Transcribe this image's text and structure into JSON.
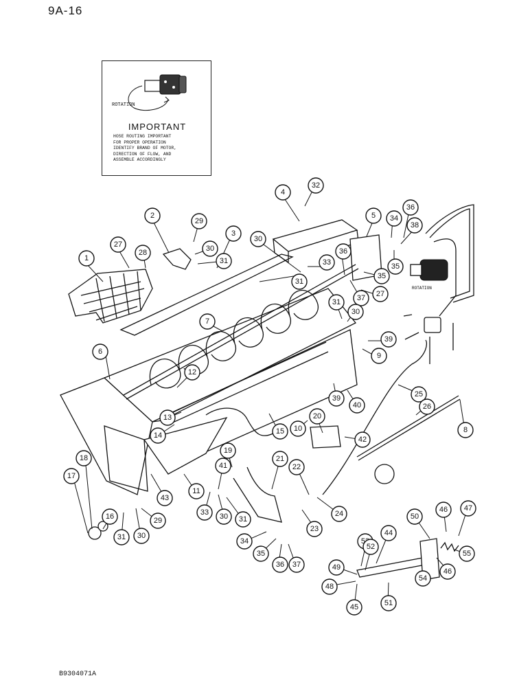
{
  "page": {
    "number": "9A-16",
    "footer_code": "B9304071A"
  },
  "notice": {
    "rotation_label": "ROTATION",
    "title": "IMPORTANT",
    "lines": [
      "HOSE ROUTING IMPORTANT",
      "FOR PROPER OPERATION",
      "IDENTIFY BRAND OF MOTOR,",
      "DIRECTION OF FLOW, AND",
      "ASSEMBLE ACCORDINGLY"
    ]
  },
  "motor_rotation_label": "ROTATION",
  "callouts": [
    "1",
    "2",
    "3",
    "4",
    "32",
    "29",
    "30",
    "31",
    "27",
    "28",
    "5",
    "34",
    "36",
    "38",
    "35",
    "33",
    "30",
    "31",
    "36",
    "35",
    "37",
    "27",
    "31",
    "30",
    "39",
    "9",
    "7",
    "6",
    "12",
    "13",
    "14",
    "15",
    "10",
    "39",
    "40",
    "25",
    "26",
    "8",
    "20",
    "42",
    "18",
    "17",
    "16",
    "31",
    "30",
    "29",
    "43",
    "11",
    "19",
    "41",
    "33",
    "30",
    "31",
    "21",
    "22",
    "24",
    "23",
    "34",
    "35",
    "36",
    "37",
    "50",
    "46",
    "47",
    "55",
    "46",
    "44",
    "53",
    "52",
    "49",
    "48",
    "45",
    "51",
    "54"
  ]
}
